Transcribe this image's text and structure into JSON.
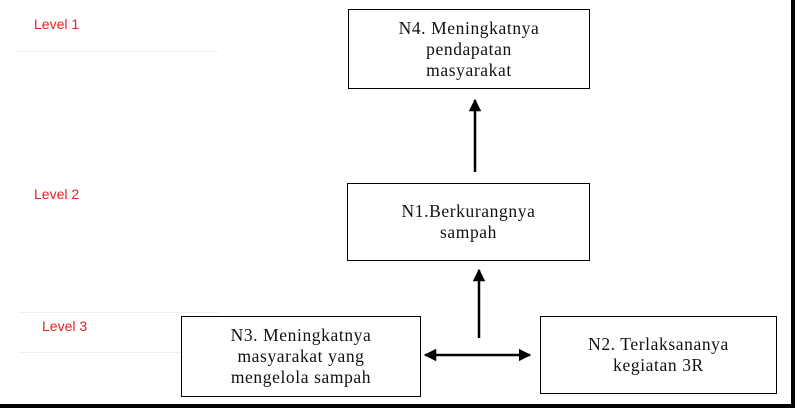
{
  "levels": [
    {
      "label": "Level 1"
    },
    {
      "label": "Level 2"
    },
    {
      "label": "Level 3"
    }
  ],
  "nodes": {
    "n4": {
      "text": "N4. Meningkatnya\npendapatan\nmasyarakat"
    },
    "n1": {
      "text": "N1.Berkurangnya\nsampah"
    },
    "n3": {
      "text": "N3. Meningkatnya\nmasyarakat yang\nmengelola sampah"
    },
    "n2": {
      "text": "N2. Terlaksananya\nkegiatan 3R"
    }
  },
  "colors": {
    "level_label": "#e81e1e",
    "line": "#000000"
  }
}
